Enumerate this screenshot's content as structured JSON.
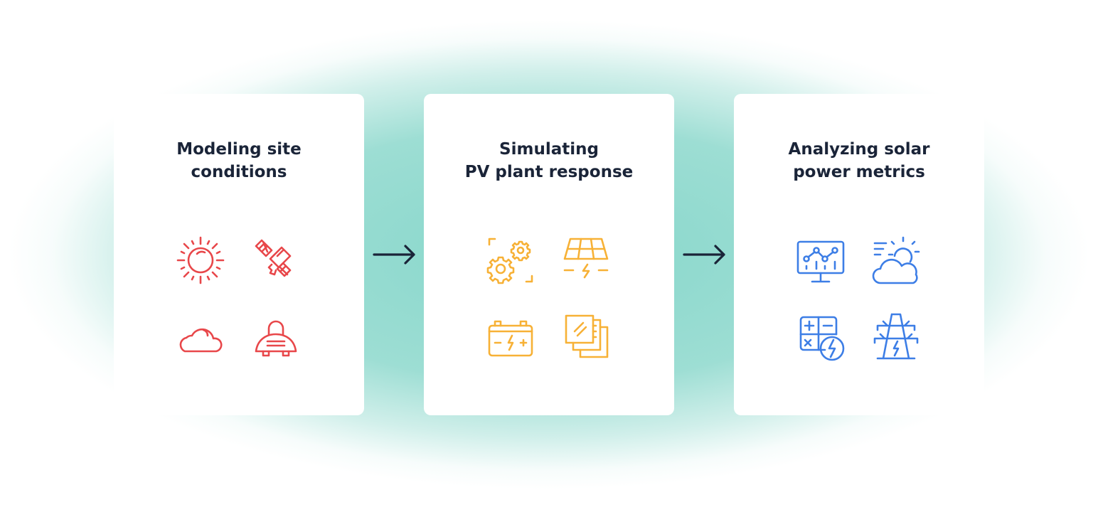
{
  "colors": {
    "step1": "#e8474a",
    "step2": "#f7b136",
    "step3": "#3d7ee6",
    "title": "#1a2438",
    "background": "#8dd8cc"
  },
  "steps": [
    {
      "title_line1": "Modeling site",
      "title_line2": "conditions",
      "icons": [
        "sun-icon",
        "satellite-icon",
        "cloud-icon",
        "weather-station-icon"
      ]
    },
    {
      "title_line1": "Simulating",
      "title_line2": "PV plant response",
      "icons": [
        "gears-icon",
        "solar-panel-icon",
        "battery-icon",
        "layers-icon"
      ]
    },
    {
      "title_line1": "Analyzing solar",
      "title_line2": "power metrics",
      "icons": [
        "monitor-chart-icon",
        "sun-cloud-wind-icon",
        "calculator-energy-icon",
        "power-tower-icon"
      ]
    }
  ],
  "connectors": [
    "arrow-right-icon",
    "arrow-right-icon"
  ]
}
